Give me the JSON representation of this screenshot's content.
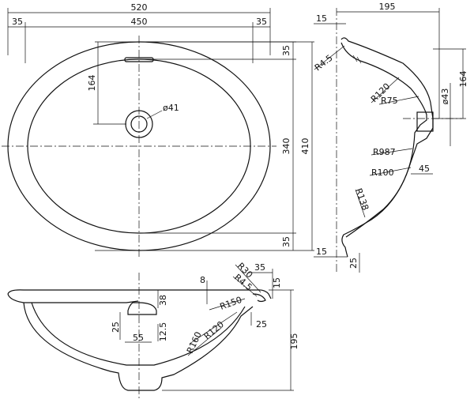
{
  "top_view": {
    "overall_width": "520",
    "inner_width": "450",
    "rim_left": "35",
    "rim_right": "35",
    "drain_offset": "164",
    "drain_diameter": "ø41",
    "inner_depth": "340",
    "overall_depth": "410",
    "rim_top": "35",
    "rim_bottom": "35"
  },
  "side_section": {
    "depth_width": "195",
    "top_step": "15",
    "bottom_step": "15",
    "radius_r45": "R4.5",
    "radius_r120": "R120",
    "radius_r75": "R75",
    "dia_43": "ø43",
    "height_164": "164",
    "radius_r987": "R987",
    "radius_r100": "R100",
    "offset_45": "45",
    "radius_r138": "R138",
    "foot_25": "25"
  },
  "front_section": {
    "rim_8": "8",
    "radius_r30": "R30",
    "dim_35": "35",
    "dim_15": "15",
    "radius_r45": "R4.5",
    "rim_38": "38",
    "radius_r150": "R150",
    "radius_r120": "R120",
    "dim_25": "25",
    "radius_r160": "R160",
    "drain_25": "25",
    "drain_55": "55",
    "drain_125": "12.5",
    "height_195": "195"
  }
}
